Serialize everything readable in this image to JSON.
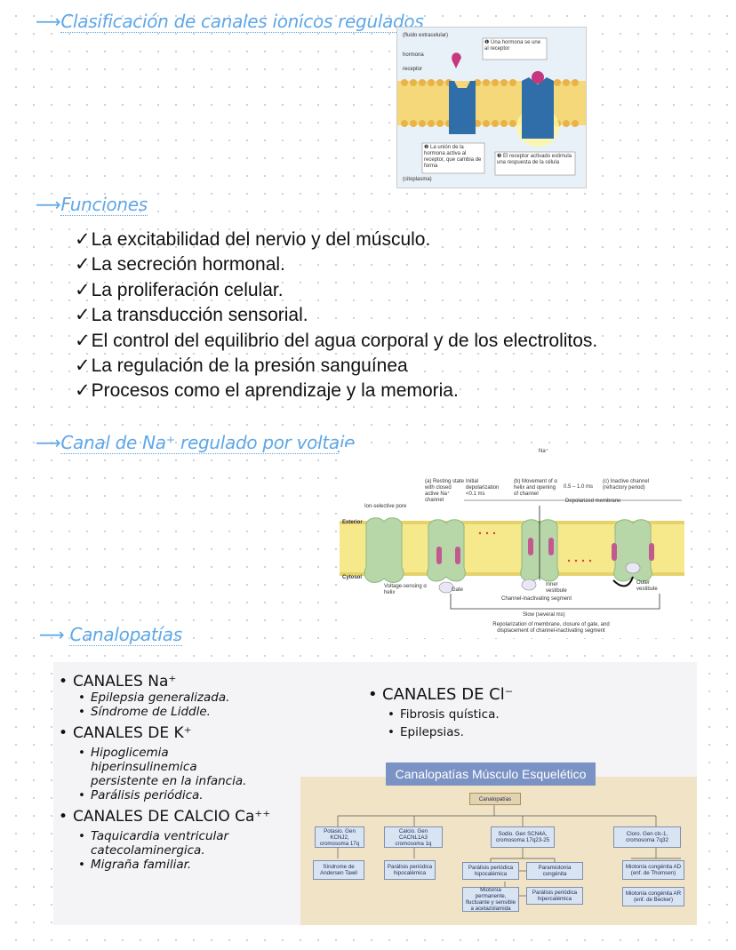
{
  "headings": {
    "h1": "Clasificación de canales ionicos regulados",
    "h2": "Funciones",
    "h3": "Canal de Na⁺ regulado por voltaje",
    "h4": "Canalopatías"
  },
  "hormone_figure": {
    "fluido": "(fluido extracelular)",
    "hormona": "hormona",
    "receptor": "receptor",
    "step1": "Una hormona se une al receptor",
    "step2": "La unión de la hormona activa al receptor, que cambia de forma",
    "step3": "El receptor activado estimula una respuesta de la célula",
    "citoplasma": "(citoplasma)"
  },
  "funciones": [
    "La excitabilidad del nervio y del músculo.",
    "La secreción hormonal.",
    "La proliferación celular.",
    "La transducción sensorial.",
    "El control del equilibrio del agua corporal y de los electrolitos.",
    "La regulación de la presión sanguínea",
    "Procesos como el aprendizaje y la memoria."
  ],
  "check_glyph": "✓",
  "na_figure": {
    "na": "Na⁺",
    "a": "(a) Resting state with closed active Na⁺ channel",
    "initial": "Initial depolarization <0.1 ms",
    "b": "(b) Movement of α helix and opening of channel",
    "time2": "0.5 – 1.0 ms",
    "c": "(c) Inactive channel (refractory period)",
    "depolarized": "Depolarized membrane",
    "ion_pore": "Ion-selective pore",
    "exterior": "Exterior",
    "cytosol": "Cytosol",
    "voltage": "Voltage-sensing α helix",
    "gate": "Gate",
    "inner": "Inner vestibule",
    "outer": "Outer vestibule",
    "inactivating": "Channel-inactivating segment",
    "slow": "Slow (several ms)",
    "repol": "Repolarization of membrane, closure of gate, and displacement of channel-inactivating segment"
  },
  "canalopatias": {
    "na_title": "CANALES Na⁺",
    "na_items": [
      "Epilepsia generalizada.",
      "Síndrome de Liddle."
    ],
    "k_title": "CANALES DE K⁺",
    "k_items": [
      "Hipoglicemia hiperinsulinemica persistente en la infancia.",
      "Parálisis periódica."
    ],
    "ca_title": "CANALES DE CALCIO Ca⁺⁺",
    "ca_items": [
      "Taquicardia ventricular catecolaminergica.",
      "Migraña familiar."
    ],
    "cl_title": "CANALES DE Cl⁻",
    "cl_items": [
      "Fibrosis quística.",
      "Epilepsias."
    ]
  },
  "tabla": {
    "title": "Canalopatías Músculo Esquelético",
    "root": "Canalopatías",
    "potasio": "Potasio. Gen KCNJ2, cromosoma 17q",
    "calcio": "Calcio. Gen CACNL1A3 cromosoma 1q",
    "sodio": "Sodio. Gen SCN4A, cromosoma 17q23-25",
    "cloro": "Cloro. Gen clc-1, cromosoma 7q32",
    "andersen": "Síndrome de Andersen Tawil",
    "paralisis_hipo_ca": "Parálisis periódica hipocalémica",
    "paralisis_hipo_na": "Parálisis periódica hipocalémica",
    "paramiotonia": "Paramiotonía congénita",
    "miotonia_perm": "Miotonía permanente, fluctuante y sensible a acetazolamida",
    "paralisis_hiper": "Parálisis periódica hipercalémica",
    "thomsen": "Miotonía congénita AD (enf. de Thomsen)",
    "becker": "Miotonía congénita AR (enf. de Becker)"
  }
}
